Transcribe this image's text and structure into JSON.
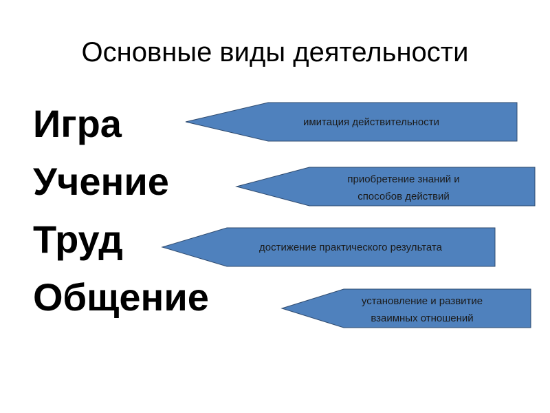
{
  "title": "Основные виды деятельности",
  "colors": {
    "arrow_fill": "#4f81bd",
    "arrow_stroke": "#2e4a6e",
    "text": "#000000"
  },
  "activities": [
    {
      "name": "Игра",
      "description": [
        "имитация действительности"
      ]
    },
    {
      "name": "Учение",
      "description": [
        "приобретение знаний и",
        "способов действий"
      ]
    },
    {
      "name": "Труд",
      "description": [
        "достижение практического результата"
      ]
    },
    {
      "name": "Общение",
      "description": [
        "установление и развитие",
        "взаимных отношений"
      ]
    }
  ]
}
